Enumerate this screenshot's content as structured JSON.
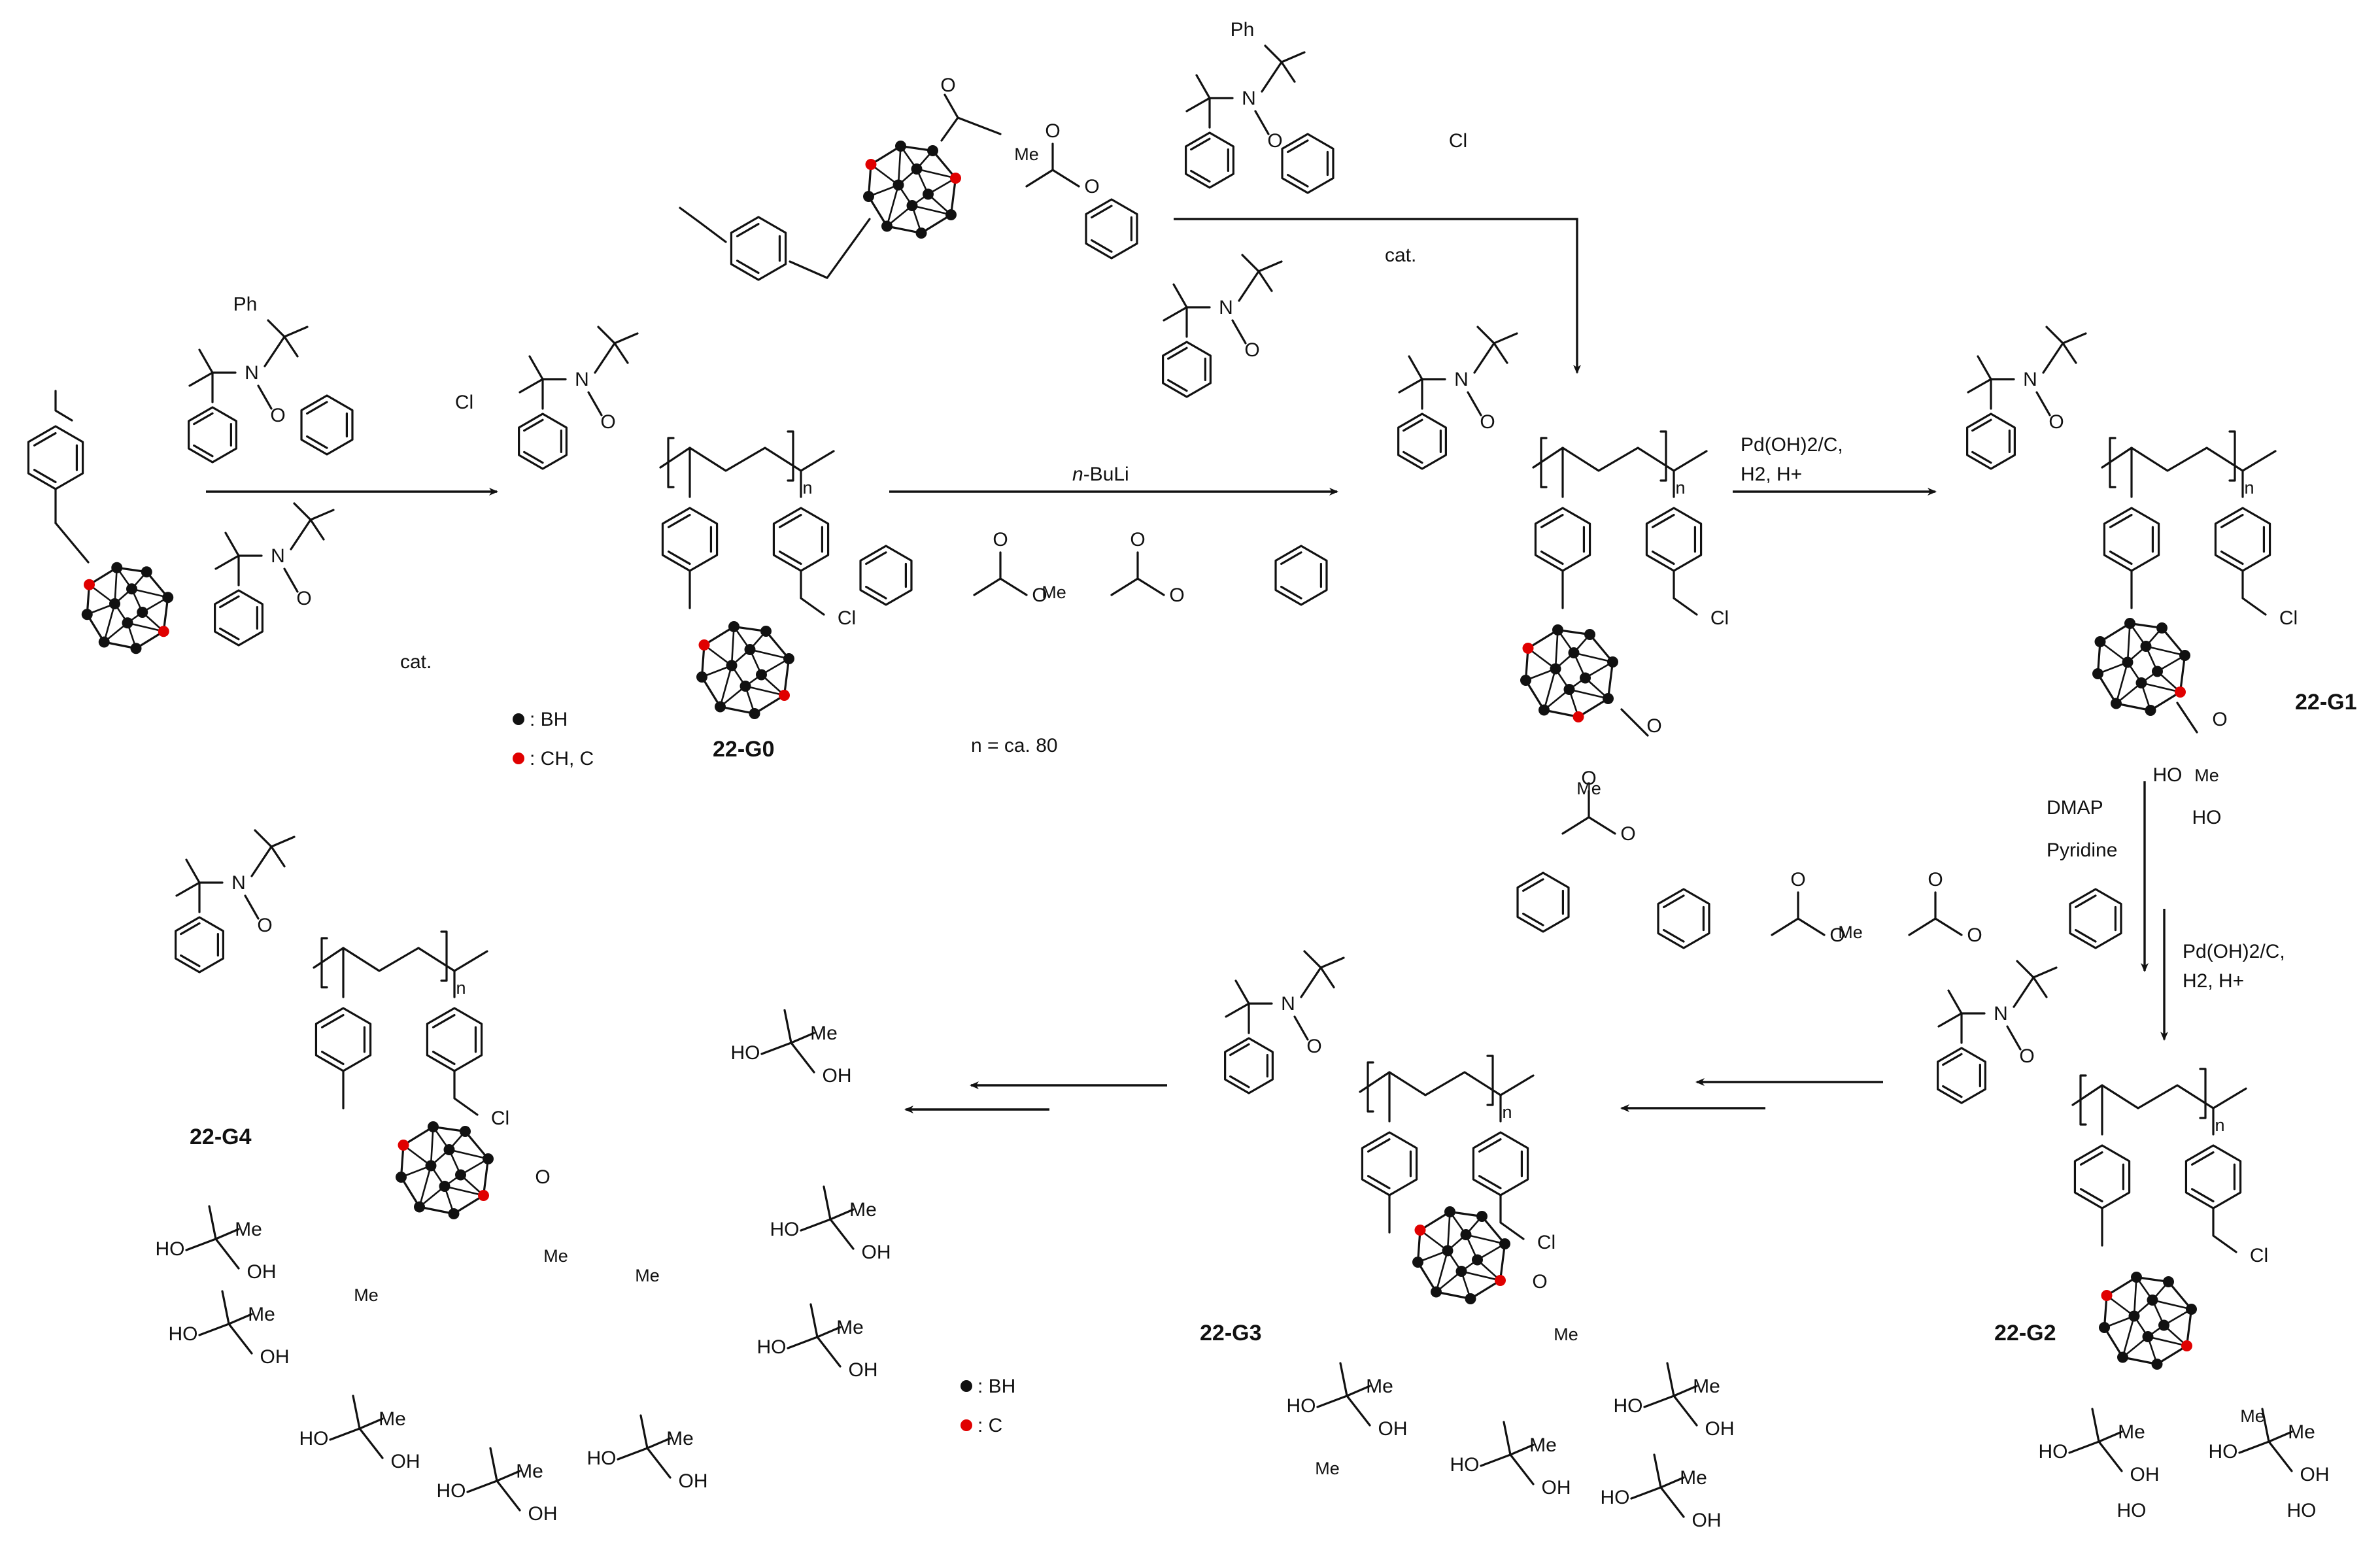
{
  "compounds": {
    "g0": "22-G0",
    "g1": "22-G1",
    "g2": "22-G2",
    "g3": "22-G3",
    "g4": "22-G4"
  },
  "reagents": {
    "nbuli_n": "n",
    "nbuli_rest": "-BuLi",
    "n_value": "n = ca. 80",
    "cat": "cat.",
    "pd_line1": "Pd(OH)2/C,",
    "pd_line2": "H2, H+",
    "dmap": "DMAP",
    "pyridine": "Pyridine"
  },
  "legend_top": {
    "bh": ": BH",
    "ch": ": CH, C"
  },
  "legend_bottom": {
    "bh": ": BH",
    "c": ": C"
  },
  "atoms": {
    "ph": "Ph",
    "n": "N",
    "o": "O",
    "cl": "Cl",
    "me": "Me",
    "ho": "HO",
    "oh": "OH",
    "sub_n": "n"
  },
  "colors": {
    "bh_dot": "#111111",
    "c_dot": "#e00000",
    "ink": "#111111"
  }
}
